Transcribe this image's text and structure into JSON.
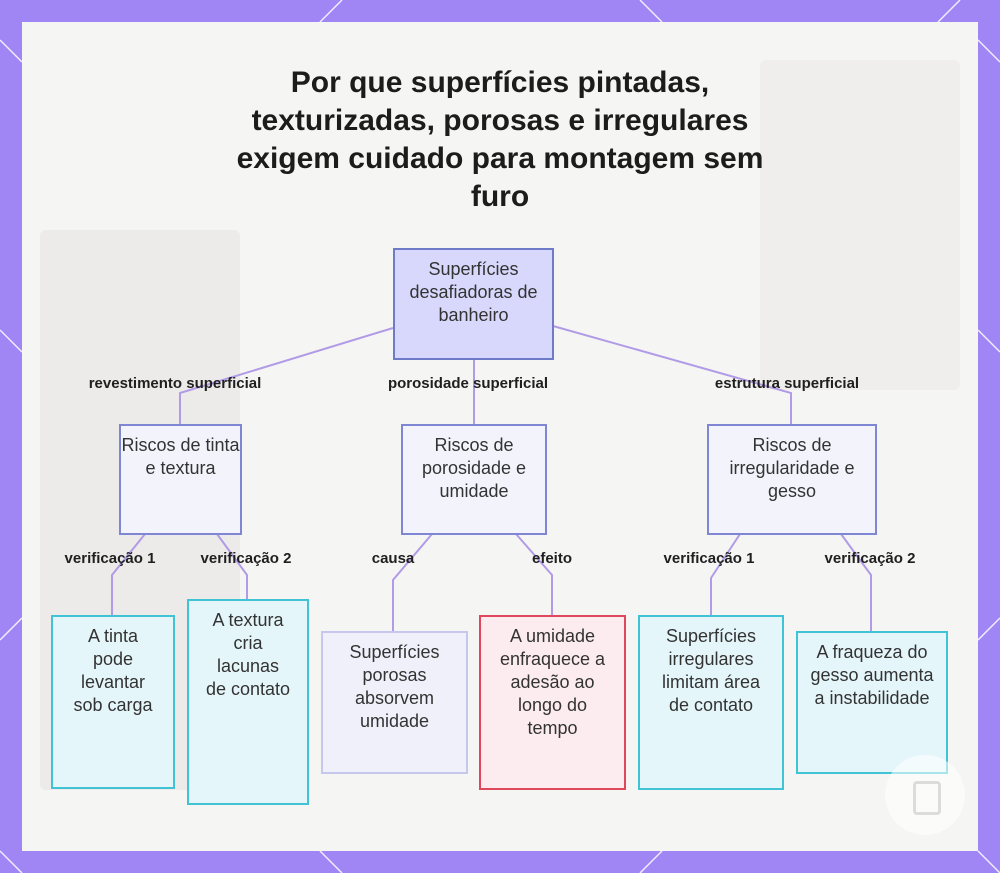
{
  "title": "Por que superfícies pintadas, texturizadas, porosas e irregulares exigem cuidado para montagem sem furo",
  "root": "Superfícies desafiadoras de banheiro",
  "branches": [
    {
      "edge": "revestimento superficial",
      "node": "Riscos de tinta e textura",
      "children": [
        {
          "edge": "verificação 1",
          "node": "A tinta pode levantar sob carga"
        },
        {
          "edge": "verificação 2",
          "node": "A textura cria lacunas de contato"
        }
      ]
    },
    {
      "edge": "porosidade superficial",
      "node": "Riscos de porosidade e umidade",
      "children": [
        {
          "edge": "causa",
          "node": "Superfícies porosas absorvem umidade"
        },
        {
          "edge": "efeito",
          "node": "A umidade enfraquece a adesão ao longo do tempo"
        }
      ]
    },
    {
      "edge": "estrutura superficial",
      "node": "Riscos de irregularidade e gesso",
      "children": [
        {
          "edge": "verificação 1",
          "node": "Superfícies irregulares limitam área de contato"
        },
        {
          "edge": "verificação 2",
          "node": "A fraqueza do gesso aumenta a instabilidade"
        }
      ]
    }
  ],
  "colors": {
    "border_frame": "#a086f5",
    "connector": "#b29be6",
    "root_fill": "#d8d8fc",
    "teal_border": "#3fc3d5",
    "red_border": "#e0475a"
  }
}
